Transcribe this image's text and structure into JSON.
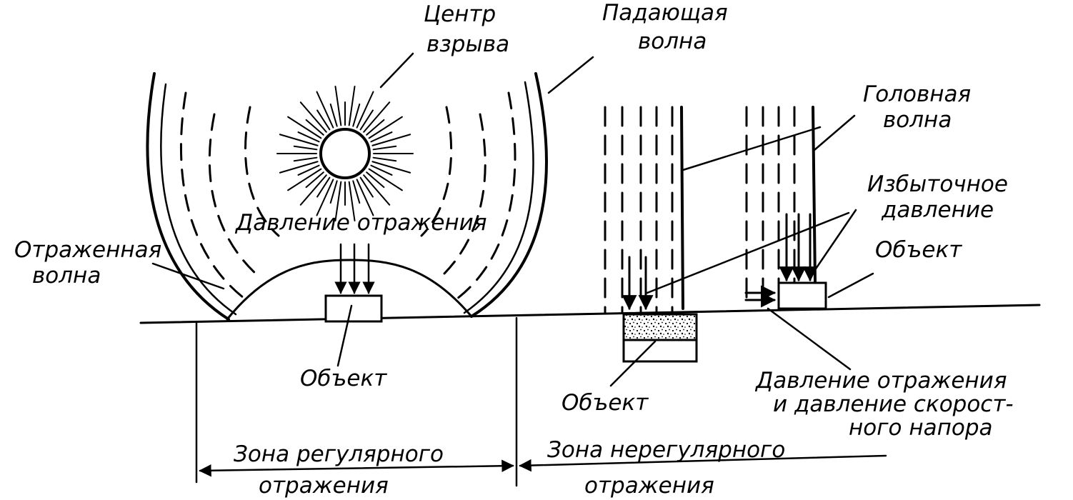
{
  "labels": {
    "blast_center": [
      "Центр",
      "взрыва"
    ],
    "incident_wave": [
      "Падающая",
      "волна"
    ],
    "head_wave": [
      "Головная",
      "волна"
    ],
    "reflected_wave": [
      "Отраженная",
      "волна"
    ],
    "reflection_pressure_top": "Давление отражения",
    "overpressure": [
      "Избыточное",
      "давление"
    ],
    "object_right": "Объект",
    "object_left": "Объект",
    "object_middle": "Объект",
    "reflection_and_dynamic_pressure": [
      "Давление отражения",
      "и давление скорост-",
      "ного напора"
    ],
    "zone_regular": [
      "Зона регулярного",
      "отражения"
    ],
    "zone_irregular": [
      "Зона нерегулярного",
      "отражения"
    ]
  },
  "colors": {
    "ink": "#000000",
    "paper": "#ffffff"
  }
}
